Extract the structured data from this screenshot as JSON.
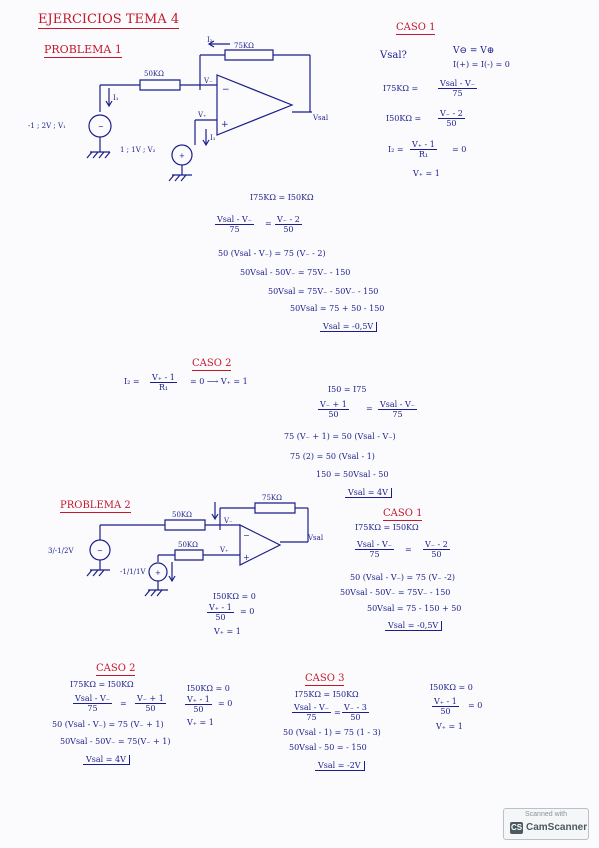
{
  "header": {
    "title": "EJERCICIOS TEMA 4"
  },
  "p1": {
    "title": "PROBLEMA 1",
    "circuit": {
      "r_top": "75KΩ",
      "r_in": "50KΩ",
      "i2": "I₂",
      "i1": "I₁",
      "vneg": "V₋",
      "vpos": "V₊",
      "src1": "-1 ; 2V ; V₁",
      "src2": "1 ; 1V ; V₂",
      "vsal": "Vsal",
      "i1b": "I₁"
    },
    "caso1": {
      "title": "CASO 1",
      "q": "Vsal?",
      "l1": "V⊖ = V⊕",
      "l2": "I(+) = I(-) = 0",
      "eq1_lhs": "I75KΩ =",
      "eq1_num": "Vsal - V₋",
      "eq1_den": "75",
      "eq2_lhs": "I50KΩ =",
      "eq2_num": "V₋ - 2",
      "eq2_den": "50",
      "eq3_lhs": "I₂ =",
      "eq3_num": "V₊ - 1",
      "eq3_den": "R₁",
      "eq3_rhs": "= 0",
      "eq4": "V₊ = 1",
      "c1": "I75KΩ = I50KΩ",
      "c2_n1": "Vsal - V₋",
      "c2_d1": "75",
      "c2_n2": "V₋ - 2",
      "c2_d2": "50",
      "c3": "50 (Vsal - V₋) = 75 (V₋ - 2)",
      "c4": "50Vsal - 50V₋ = 75V₋ - 150",
      "c5": "50Vsal = 75V₋ - 50V₋ - 150",
      "c6": "50Vsal = 75 + 50 - 150",
      "result": "Vsal = -0,5V"
    },
    "caso2": {
      "title": "CASO 2",
      "l1_lhs": "I₂ =",
      "l1_num": "V₊ - 1",
      "l1_den": "R₁",
      "l1_rhs": "= 0  ⟶  V₊ = 1",
      "l2": "I50 = I75",
      "l3_n1": "V₋ + 1",
      "l3_d1": "50",
      "l3_n2": "Vsal - V₋",
      "l3_d2": "75",
      "l4": "75 (V₋ + 1) = 50 (Vsal - V₋)",
      "l5": "75 (2) = 50 (Vsal - 1)",
      "l6": "150 = 50Vsal - 50",
      "result": "Vsal = 4V"
    }
  },
  "p2": {
    "title": "PROBLEMA 2",
    "circuit": {
      "r_top": "75KΩ",
      "r_in": "50KΩ",
      "r_in2": "50KΩ",
      "vneg": "V₋",
      "vpos": "V₊",
      "src1": "3/-1/2V",
      "src2": "-1/1/1V",
      "vsal": "Vsal"
    },
    "caso1": {
      "title": "CASO 1",
      "l1": "I75KΩ = I50KΩ",
      "l2_n1": "Vsal - V₋",
      "l2_d1": "75",
      "l2_n2": "V₋ - 2",
      "l2_d2": "50",
      "l3": "50 (Vsal - V₋) = 75 (V₋ -2)",
      "l4": "50Vsal - 50V₋ = 75V₋ - 150",
      "l5": "50Vsal = 75 - 150 + 50",
      "result": "Vsal = -0,5V",
      "s1": "I50KΩ = 0",
      "s2_num": "V₊ - 1",
      "s2_den": "50",
      "s2_rhs": "= 0",
      "s3": "V₊ = 1"
    },
    "caso2": {
      "title": "CASO 2",
      "l1": "I75KΩ = I50KΩ",
      "l2_n1": "Vsal - V₋",
      "l2_d1": "75",
      "l2_n2": "V₋ + 1",
      "l2_d2": "50",
      "l3": "50 (Vsal - V₋) = 75 (V₋ + 1)",
      "l4": "50Vsal - 50V₋ = 75(V₋ + 1)",
      "result": "Vsal = 4V",
      "s1": "I50KΩ = 0",
      "s2_num": "V₊ - 1",
      "s2_den": "50",
      "s2_rhs": "= 0",
      "s3": "V₊ = 1"
    },
    "caso3": {
      "title": "CASO 3",
      "l1": "I75KΩ = I50KΩ",
      "l2_n1": "Vsal - V₋",
      "l2_d1": "75",
      "l2_n2": "V₋ - 3",
      "l2_d2": "50",
      "l3": "50 (Vsal - 1) = 75 (1 - 3)",
      "l4": "50Vsal - 50 = - 150",
      "result": "Vsal = -2V",
      "s1": "I50KΩ = 0",
      "s2_num": "V₊ - 1",
      "s2_den": "50",
      "s2_rhs": "= 0",
      "s3": "V₊ = 1"
    }
  },
  "watermark": {
    "line1": "Scanned with",
    "line2": "CamScanner",
    "logo": "CS"
  }
}
